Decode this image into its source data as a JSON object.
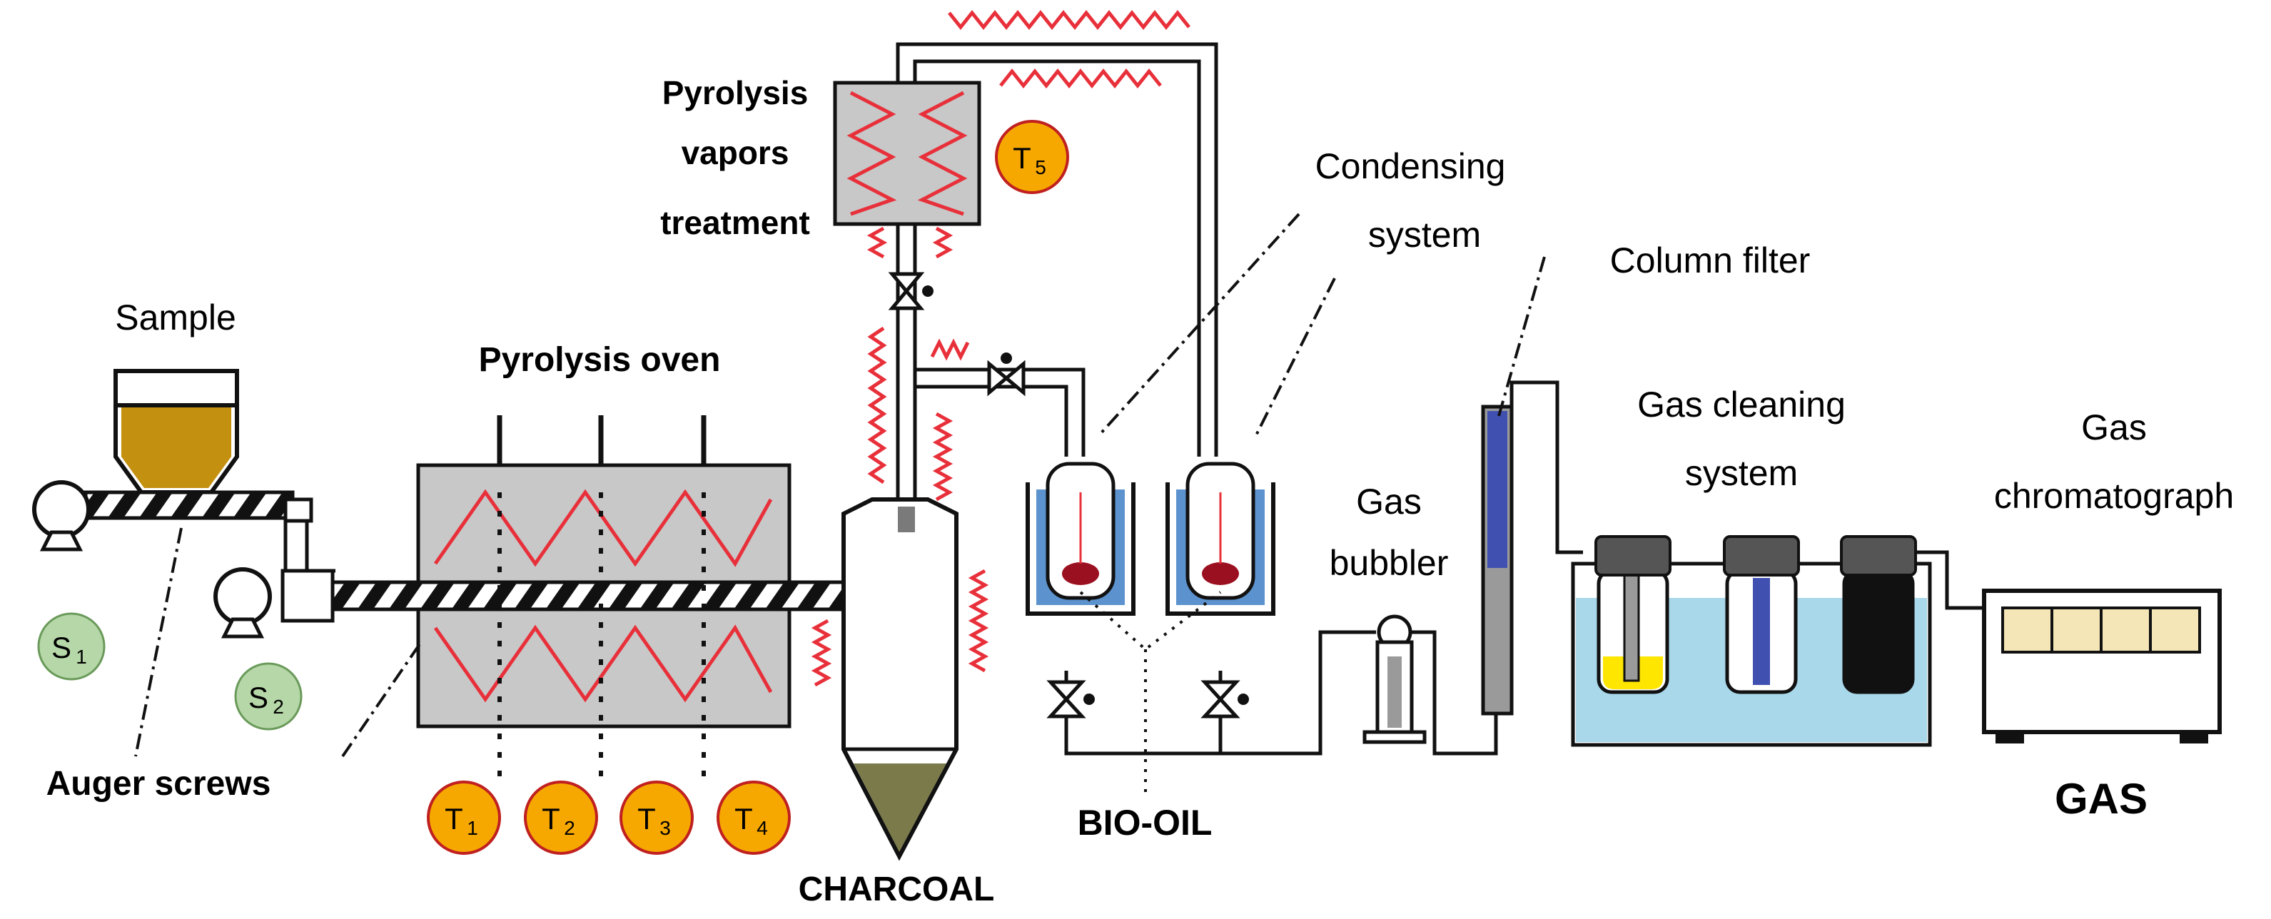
{
  "labels": {
    "sample": "Sample",
    "pyrolysis_oven": "Pyrolysis oven",
    "pyrolysis_vapors_1": "Pyrolysis",
    "pyrolysis_vapors_2": "vapors",
    "pyrolysis_vapors_3": "treatment",
    "condensing_1": "Condensing",
    "condensing_2": "system",
    "column_filter": "Column filter",
    "gas_cleaning_1": "Gas cleaning",
    "gas_cleaning_2": "system",
    "gas_chromatograph_1": "Gas",
    "gas_chromatograph_2": "chromatograph",
    "gas_bubbler_1": "Gas",
    "gas_bubbler_2": "bubbler",
    "auger_screws": "Auger screws",
    "charcoal": "CHARCOAL",
    "bio_oil": "BIO-OIL",
    "gas": "GAS"
  },
  "sensors": {
    "s1": {
      "letter": "S",
      "sub": "1"
    },
    "s2": {
      "letter": "S",
      "sub": "2"
    },
    "t1": {
      "letter": "T",
      "sub": "1"
    },
    "t2": {
      "letter": "T",
      "sub": "2"
    },
    "t3": {
      "letter": "T",
      "sub": "3"
    },
    "t4": {
      "letter": "T",
      "sub": "4"
    },
    "t5": {
      "letter": "T",
      "sub": "5"
    }
  },
  "colors": {
    "heater": "#e8303a",
    "sensor_orange": "#f7a800",
    "sensor_green": "#b6d7a8",
    "oven_gray": "#c8c8c8",
    "water_blue": "#a8d8ea",
    "condenser_blue": "#3f7fc4",
    "sample_gold": "#c49010",
    "charcoal_olive": "#7a7a4a",
    "bio_oil_red": "#9b1020",
    "filter_blue": "#4050b0",
    "yellow_liquid": "#ffe600",
    "display_tan": "#f5e6b8"
  }
}
